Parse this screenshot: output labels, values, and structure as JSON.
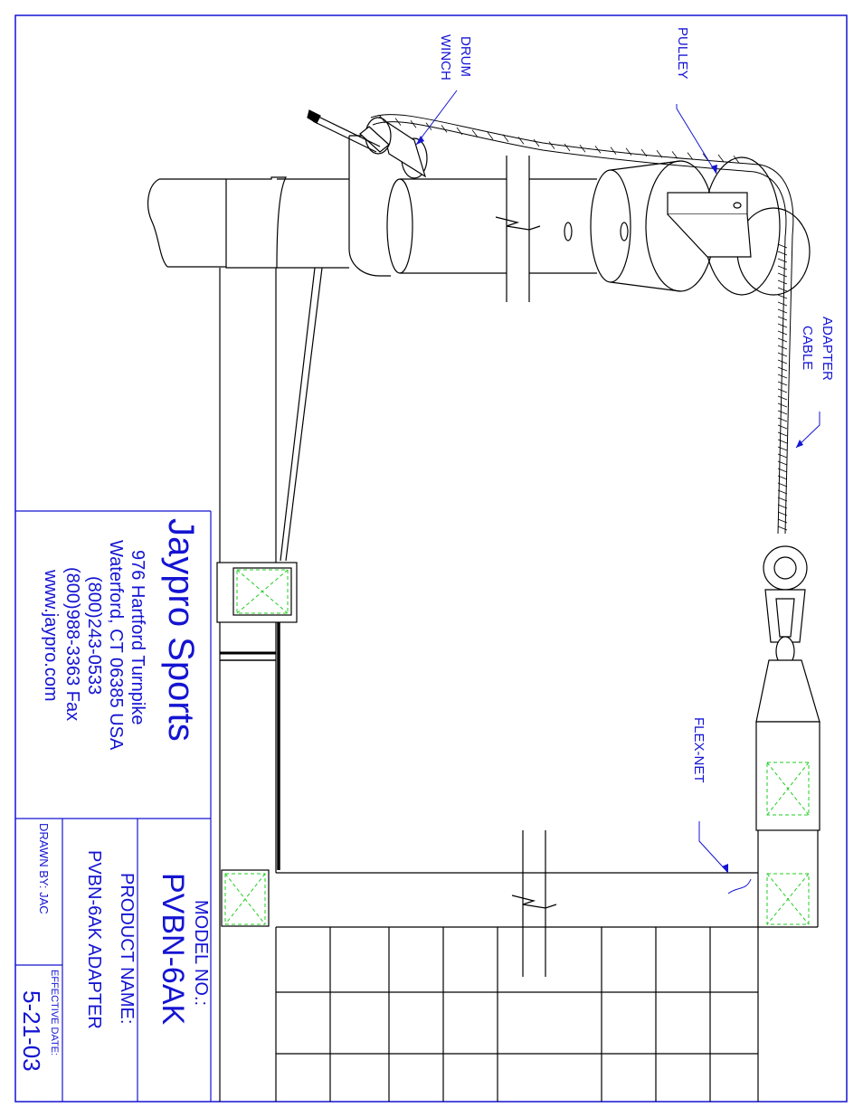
{
  "callouts": {
    "drum_winch_line1": "DRUM",
    "drum_winch_line2": "WINCH",
    "pulley": "PULLEY",
    "adapter_cable_line1": "ADAPTER",
    "adapter_cable_line2": "CABLE",
    "flex_net": "FLEX-NET"
  },
  "company": {
    "name": "Jaypro Sports",
    "address1": "976 Hartford Turnpike",
    "address2": "Waterford, CT 06385 USA",
    "phone": "(800)243-0533",
    "fax": "(800)988-3363 Fax",
    "website": "www.jaypro.com"
  },
  "title_block": {
    "model_label": "MODEL NO.:",
    "model_value": "PVBN-6AK",
    "product_label": "PRODUCT NAME:",
    "product_value": "PVBN-6AK ADAPTER",
    "drawn_by": "DRAWN BY: JAC",
    "effective_label": "EFFECTIVE DATE:",
    "effective_value": "5-21-03"
  },
  "colors": {
    "border": "#1414d2",
    "text": "#1414d2",
    "line": "#000000",
    "marker": "#22cc22"
  }
}
